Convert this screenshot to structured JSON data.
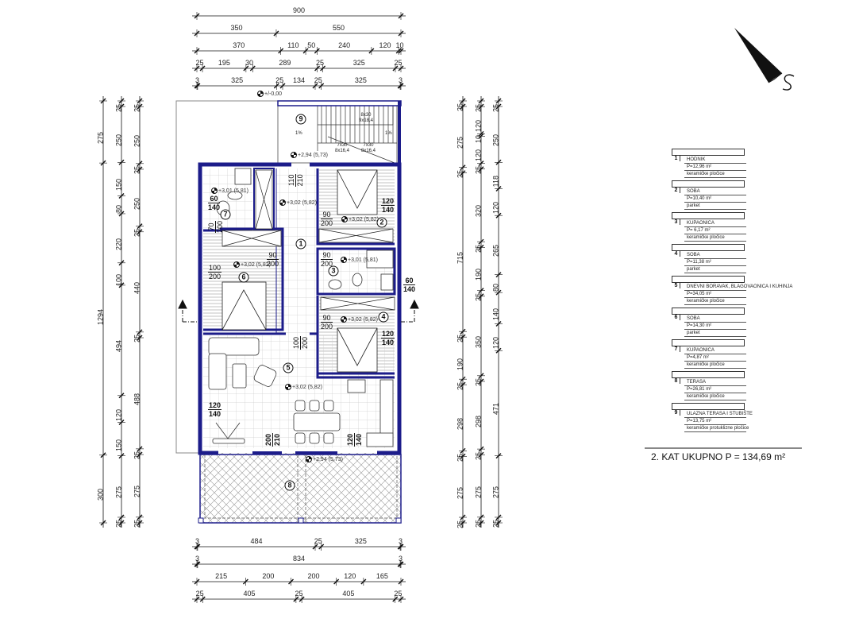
{
  "dimensions": {
    "top": [
      [
        "900"
      ],
      [
        "350",
        "550"
      ],
      [
        "370",
        "110",
        "50",
        "240",
        "120",
        "10"
      ],
      [
        "25",
        "195",
        "30",
        "289",
        "25",
        "325",
        "25"
      ],
      [
        "3",
        "325",
        "25",
        "134",
        "25",
        "325",
        "3"
      ]
    ],
    "bottom": [
      [
        "3",
        "484",
        "25",
        "325",
        "3"
      ],
      [
        "3",
        "834",
        "3"
      ],
      [
        "215",
        "200",
        "200",
        "120",
        "165"
      ],
      [
        "25",
        "405",
        "25",
        "405",
        "25"
      ]
    ],
    "left": [
      [
        "275",
        "1294",
        "300"
      ],
      [
        "25",
        "250",
        "150",
        "80",
        "220",
        "100",
        "494",
        "120",
        "150",
        "275",
        "25"
      ],
      [
        "25",
        "250",
        "25",
        "250",
        "25",
        "440",
        "25",
        "488",
        "25",
        "275",
        "25"
      ]
    ],
    "right": [
      [
        "25",
        "275",
        "25",
        "715",
        "25",
        "190",
        "25",
        "298",
        "25",
        "275",
        "25"
      ],
      [
        "25",
        "120",
        "10",
        "120",
        "25",
        "320",
        "25",
        "190",
        "25",
        "350",
        "25",
        "298",
        "25",
        "275",
        "25"
      ],
      [
        "25",
        "250",
        "118",
        "120",
        "265",
        "80",
        "140",
        "120",
        "471",
        "275",
        "25"
      ]
    ]
  },
  "rooms": [
    "1",
    "2",
    "3",
    "4",
    "5",
    "6",
    "7",
    "8",
    "9"
  ],
  "stair_labels": {
    "upper": [
      "8x30",
      "9x18,4"
    ],
    "lower_a": [
      "7x30",
      "8x16,4"
    ],
    "lower_b": [
      "7x30",
      "8x16,4"
    ],
    "slope_a": "1%",
    "slope_b": "1%"
  },
  "levels": [
    "+/-0,00",
    "+2,94 (5,73)",
    "+3,01 (5,81)",
    "+3,02 (5,82)",
    "+3,02 (5,82)",
    "+3,02 (5,82)",
    "+3,01 (5,81)",
    "+3,02 (5,82)",
    "+3,02 (5,82)",
    "+2,94 (5,73)"
  ],
  "openings": [
    {
      "w": "110",
      "h": "210"
    },
    {
      "w": "60",
      "h": "140"
    },
    {
      "w": "120",
      "h": "140"
    },
    {
      "w": "90",
      "h": "200"
    },
    {
      "w": "70",
      "h": "200"
    },
    {
      "w": "90",
      "h": "200"
    },
    {
      "w": "90",
      "h": "200"
    },
    {
      "w": "100",
      "h": "200"
    },
    {
      "w": "60",
      "h": "140"
    },
    {
      "w": "90",
      "h": "200"
    },
    {
      "w": "120",
      "h": "140"
    },
    {
      "w": "100",
      "h": "200"
    },
    {
      "w": "120",
      "h": "140"
    },
    {
      "w": "200",
      "h": "210"
    },
    {
      "w": "120",
      "h": "140"
    }
  ],
  "legend": {
    "items": [
      {
        "num": "1",
        "name": "HODNIK",
        "area": "P=12,96 m²",
        "material": "keramičke pločice"
      },
      {
        "num": "2",
        "name": "SOBA",
        "area": "P=10,40 m²",
        "material": "parket"
      },
      {
        "num": "3",
        "name": "KUPAONICA",
        "area": "P= 6,17 m²",
        "material": "keramičke pločice"
      },
      {
        "num": "4",
        "name": "SOBA",
        "area": "P=11,38 m²",
        "material": "parket"
      },
      {
        "num": "5",
        "name": "DNEVNI BORAVAK, BLAGOVAONICA I KUHINJA",
        "area": "P=34,05 m²",
        "material": "keramičke pločice"
      },
      {
        "num": "6",
        "name": "SOBA",
        "area": "P=14,30 m²",
        "material": "parket"
      },
      {
        "num": "7",
        "name": "KUPAONICA",
        "area": "P=4,87 m²",
        "material": "keramičke pločice"
      },
      {
        "num": "8",
        "name": "TERASA",
        "area": "P=26,81 m²",
        "material": "keramičke pločice"
      },
      {
        "num": "9",
        "name": "ULAZNA TERASA I STUBIŠTE",
        "area": "P=13,75 m²",
        "material": "keramičke protuklizne pločice"
      }
    ],
    "total": "2. KAT UKUPNO  P = 134,69 m²"
  },
  "colors": {
    "wall": "#1c1c8a",
    "dim": "#111111",
    "grid": "#c8c8c8"
  }
}
